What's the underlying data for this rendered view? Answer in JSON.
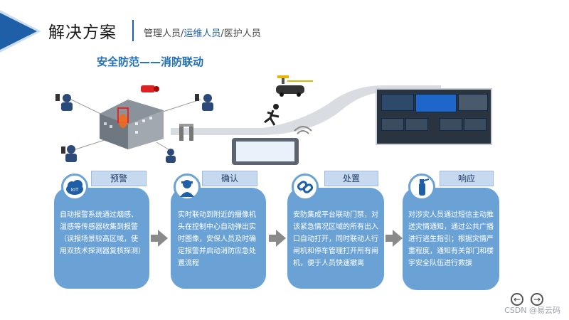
{
  "header": {
    "title": "解决方案",
    "breadcrumb": [
      "管理人员/",
      "运维人员",
      "/医护人员"
    ],
    "subtitle": "安全防范——消防联动"
  },
  "steps": [
    {
      "tag": "预警",
      "icon": "iot-cloud-icon",
      "icon_text": "IoT",
      "text": "自动报警系统通过烟感、温感等传感器收集到报警（误报场景较高区域，使用双技术探测器复核探测）"
    },
    {
      "tag": "确认",
      "icon": "security-guard-icon",
      "text": "实时联动到附近的摄像机头在控制中心自动弹出实时图像，安保人员及时确定报警并启动消防应急处置流程"
    },
    {
      "tag": "处置",
      "icon": "link-chain-icon",
      "text": "安防集成平台联动门禁，对该紧急情况区域的所有出入口自动打开，同时联动人行闸机和停车管理打开所有闸机，便于人员快速撤离"
    },
    {
      "tag": "响应",
      "icon": "fire-extinguisher-icon",
      "text": "对涉灾人员通过短信主动推送灾情通知，通过公共广播进行逃生指引；根据灾情严重程度，通知有关部门和楼宇安全队伍进行救援"
    }
  ],
  "colors": {
    "accent": "#1f5fa8",
    "card": "#6aa2d6",
    "tag": "#c6d9ef"
  },
  "watermark": "CSDN @易云码"
}
